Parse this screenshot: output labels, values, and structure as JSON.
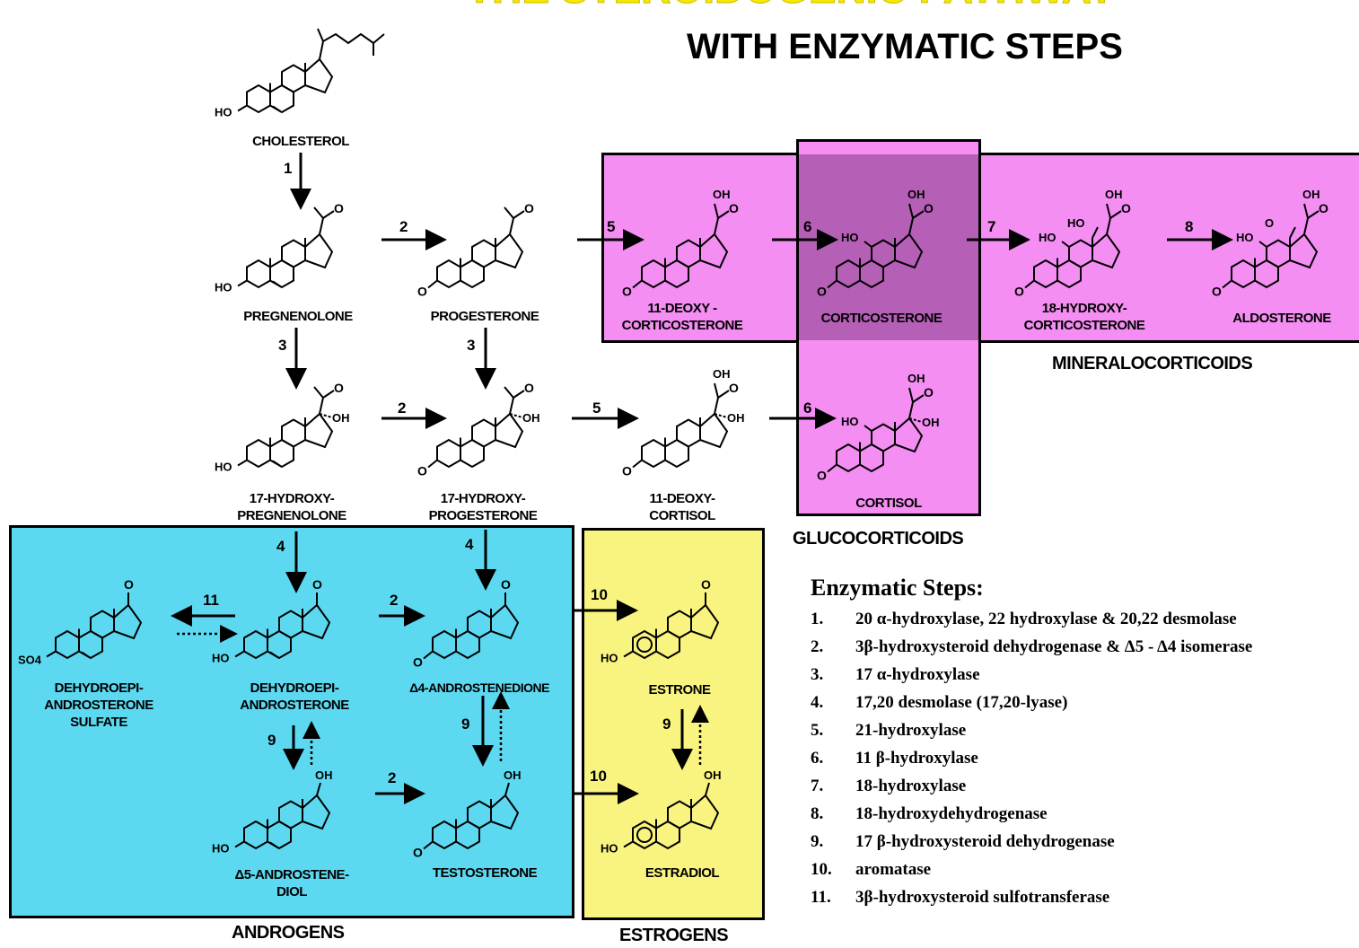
{
  "title": "THE STEROIDOGENIC PATHWAY",
  "subtitle": "WITH ENZYMATIC STEPS",
  "groups": {
    "mineralocorticoids": "MINERALOCORTICOIDS",
    "glucocorticoids": "GLUCOCORTICOIDS",
    "androgens": "ANDROGENS",
    "estrogens": "ESTROGENS"
  },
  "compounds": {
    "cholesterol": "CHOLESTEROL",
    "pregnenolone": "PREGNENOLONE",
    "progesterone": "PROGESTERONE",
    "deoxycorticosterone": [
      "11-DEOXY -",
      "CORTICOSTERONE"
    ],
    "corticosterone": "CORTICOSTERONE",
    "hydroxycorticosterone": [
      "18-HYDROXY-",
      "CORTICOSTERONE"
    ],
    "aldosterone": "ALDOSTERONE",
    "hydroxypregnenolone": [
      "17-HYDROXY-",
      "PREGNENOLONE"
    ],
    "hydroxyprogesterone": [
      "17-HYDROXY-",
      "PROGESTERONE"
    ],
    "deoxycortisol": [
      "11-DEOXY-",
      "CORTISOL"
    ],
    "cortisol": "CORTISOL",
    "dheas": [
      "DEHYDROEPI-",
      "ANDROSTERONE",
      "SULFATE"
    ],
    "dhea": [
      "DEHYDROEPI-",
      "ANDROSTERONE"
    ],
    "androstenedione": "Δ4-ANDROSTENEDIONE",
    "estrone": "ESTRONE",
    "androstenediol": [
      "Δ5-ANDROSTENE-",
      "DIOL"
    ],
    "testosterone": "TESTOSTERONE",
    "estradiol": "ESTRADIOL"
  },
  "atoms": {
    "ho": "HO",
    "oh": "OH",
    "o": "O",
    "so4": "SO4"
  },
  "legend": {
    "heading": "Enzymatic Steps:",
    "items": [
      {
        "num": "1.",
        "text": "20 α-hydroxylase, 22 hydroxylase & 20,22 desmolase"
      },
      {
        "num": "2.",
        "text": "3β-hydroxysteroid dehydrogenase & Δ5 - Δ4 isomerase"
      },
      {
        "num": "3.",
        "text": "17 α-hydroxylase"
      },
      {
        "num": "4.",
        "text": "17,20 desmolase (17,20-lyase)"
      },
      {
        "num": "5.",
        "text": "21-hydroxylase"
      },
      {
        "num": "6.",
        "text": "11 β-hydroxylase"
      },
      {
        "num": "7.",
        "text": "18-hydroxylase"
      },
      {
        "num": "8.",
        "text": "18-hydroxydehydrogenase"
      },
      {
        "num": "9.",
        "text": "17 β-hydroxysteroid dehydrogenase"
      },
      {
        "num": "10.",
        "text": "aromatase"
      },
      {
        "num": "11.",
        "text": "3β-hydroxysteroid sulfotransferase"
      }
    ]
  },
  "step_numbers": [
    "1",
    "2",
    "3",
    "4",
    "5",
    "6",
    "7",
    "8",
    "9",
    "10",
    "11"
  ],
  "colors": {
    "mineralocorticoid_box": "#f58ef3",
    "overlap_box": "#b65fb6",
    "androgen_box": "#5cd9f0",
    "estrogen_box": "#f9f37f",
    "title_yellow": "#f7e800"
  }
}
